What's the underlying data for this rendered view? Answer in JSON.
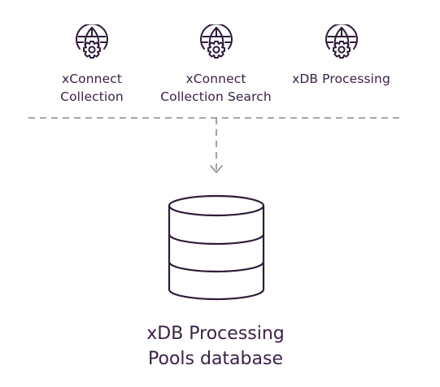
{
  "diagram": {
    "services": [
      {
        "icon": "globe-gear-icon",
        "label_lines": [
          "xConnect",
          "Collection"
        ]
      },
      {
        "icon": "globe-gear-icon",
        "label_lines": [
          "xConnect",
          "Collection Search"
        ]
      },
      {
        "icon": "globe-gear-icon",
        "label_lines": [
          "xDB Processing"
        ]
      }
    ],
    "database": {
      "icon": "database-icon",
      "label_lines": [
        "xDB Processing",
        "Pools database"
      ]
    },
    "colors": {
      "stroke": "#2f1b3a",
      "connector": "#8a8a8a"
    }
  }
}
